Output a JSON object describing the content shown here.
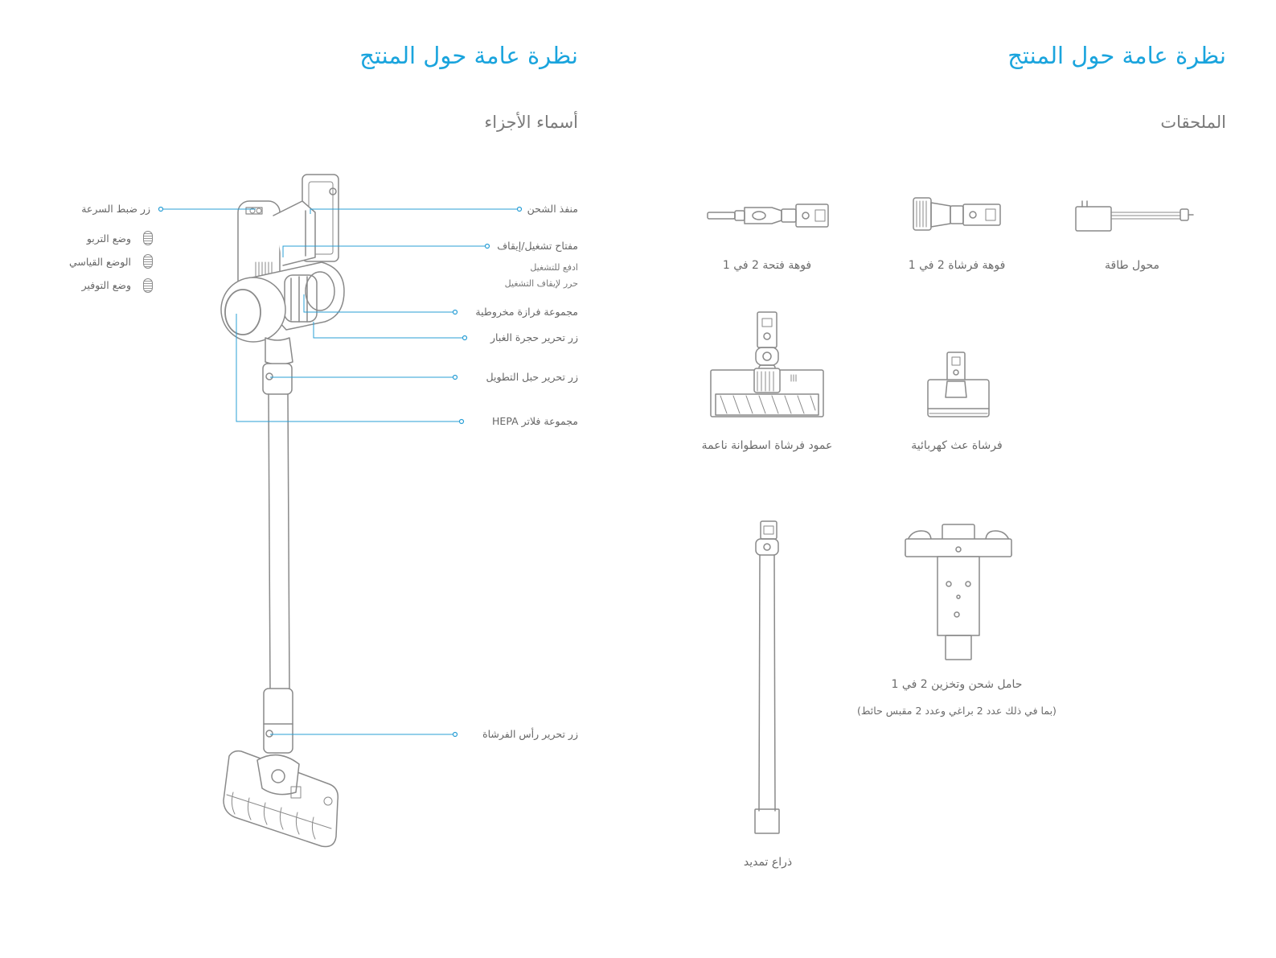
{
  "left": {
    "title": "نظرة عامة حول المنتج",
    "subtitle": "أسماء الأجزاء",
    "callouts_right": {
      "charging_port": "منفذ الشحن",
      "power_switch": "مفتاح تشغيل/إيقاف",
      "power_push": "ادفع للتشغيل",
      "power_release": "حرر لإيقاف التشغيل",
      "cyclone": "مجموعة فرازة مخروطية",
      "dust_release": "زر تحرير حجرة الغبار",
      "extension_release": "زر تحرير حبل التطويل",
      "hepa": "مجموعة فلاتر HEPA",
      "brush_release": "زر تحرير رأس الفرشاة"
    },
    "callouts_left": {
      "speed_button": "زر ضبط السرعة",
      "turbo": "وضع التربو",
      "standard": "الوضع القياسي",
      "eco": "وضع التوفير"
    }
  },
  "right": {
    "title": "نظرة عامة حول المنتج",
    "subtitle": "الملحقات",
    "accessories": {
      "adapter": "محول طاقة",
      "brush_nozzle": "فوهة فرشاة 2 في 1",
      "crevice_nozzle": "فوهة فتحة 2 في 1",
      "mite_brush": "فرشاة عث كهربائية",
      "roller_brush": "عمود فرشاة اسطوانة ناعمة",
      "holder": "حامل شحن وتخزين 2 في 1",
      "holder_note": "(بما في ذلك عدد 2 براغي وعدد 2 مقبس حائط)",
      "extension": "ذراع تمديد"
    }
  },
  "colors": {
    "accent": "#1aa4dd",
    "line": "#2a9fd6",
    "drawing": "#8a8a8a"
  }
}
